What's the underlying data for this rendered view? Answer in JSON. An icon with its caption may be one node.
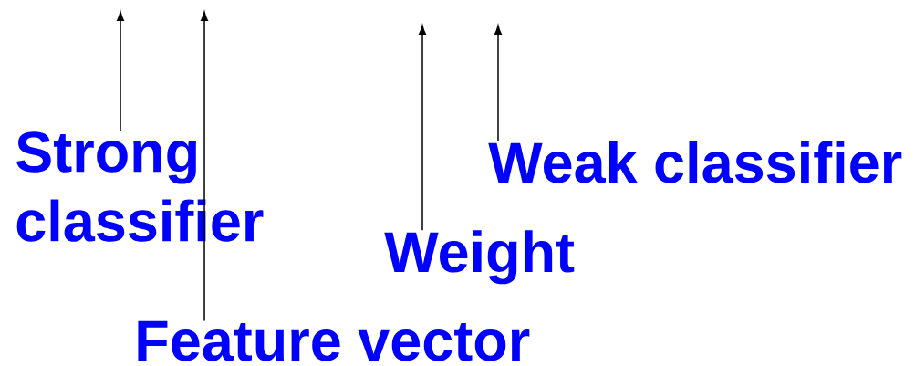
{
  "diagram": {
    "nodes": [
      {
        "text": [
          "Strong classifier"
        ]
      },
      {
        "text": [
          "Feature vector"
        ]
      },
      {
        "text": [
          "Weight"
        ]
      },
      {
        "text": [
          "Weak classifier"
        ]
      }
    ],
    "edges": [
      {
        "from": 0,
        "to": null,
        "arrow": "to"
      },
      {
        "from": 1,
        "to": null,
        "arrow": "to"
      },
      {
        "from": 2,
        "to": null,
        "arrow": "to"
      },
      {
        "from": 3,
        "to": null,
        "arrow": "to"
      }
    ]
  }
}
